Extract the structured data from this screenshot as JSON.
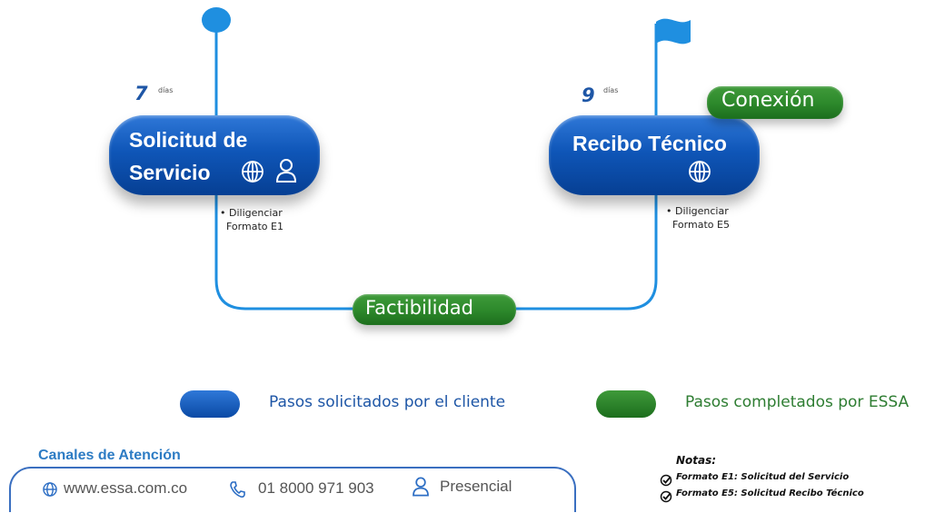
{
  "steps": [
    {
      "title_line1": "Solicitud de",
      "title_line2": "Servicio",
      "days": "7",
      "days_label": "días",
      "bullets": [
        "Diligenciar",
        "Formato E1"
      ],
      "channels": [
        "globe-icon",
        "person-icon"
      ]
    },
    {
      "title": "Recibo Técnico",
      "days": "9",
      "days_label": "días",
      "bullets": [
        "Diligenciar",
        "Formato E5"
      ],
      "channels": [
        "globe-icon"
      ]
    }
  ],
  "milestones": {
    "conexion": "Conexión",
    "factibilidad": "Factibilidad"
  },
  "legend": {
    "client": "Pasos solicitados por el cliente",
    "essa": "Pasos completados por ESSA",
    "client_color": "#0f56b8",
    "essa_color": "#2e8a2c"
  },
  "canales": {
    "title": "Canales de Atención",
    "web": "www.essa.com.co",
    "phone": "01 8000 971 903",
    "presencial": "Presencial"
  },
  "notas": {
    "title": "Notas:",
    "items": [
      "Formato E1: Solicitud del Servicio",
      "Formato E5: Solicitud Recibo Técnico"
    ]
  }
}
